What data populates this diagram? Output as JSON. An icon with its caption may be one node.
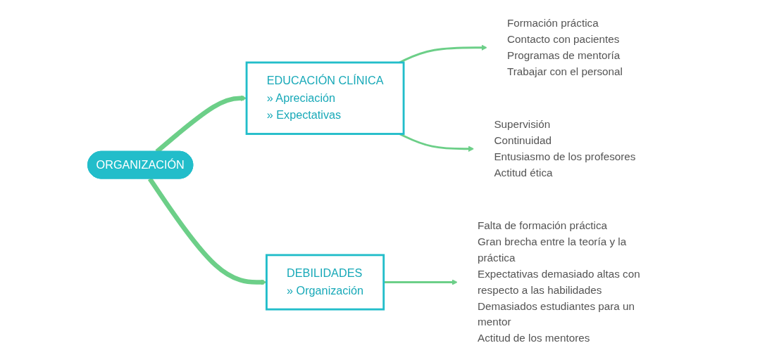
{
  "diagram": {
    "nodes": [
      {
        "text": [
          "ORGANIZACIÓN"
        ]
      },
      {
        "text": [
          "EDUCACIÓN CLÍNICA",
          "» Apreciación",
          "» Expectativas"
        ]
      },
      {
        "text": [
          "Formación práctica",
          "Contacto con pacientes",
          "Programas de mentoría",
          "Trabajar con el personal"
        ]
      },
      {
        "text": [
          "Supervisión",
          "Continuidad",
          "Entusiasmo de los profesores",
          "Actitud ética"
        ]
      },
      {
        "text": [
          "DEBILIDADES",
          "» Organización"
        ]
      },
      {
        "text": [
          "Falta de formación práctica",
          "Gran brecha entre la teoría y la práctica",
          "Expectativas demasiado altas con respecto a las habilidades",
          "Demasiados estudiantes para un mentor",
          "Actitud de los mentores"
        ]
      }
    ],
    "edges": [
      {
        "from": 0,
        "to": 1,
        "arrow": "to",
        "style": "thick"
      },
      {
        "from": 0,
        "to": 4,
        "arrow": "to",
        "style": "thick"
      },
      {
        "from": 1,
        "to": 2,
        "arrow": "to"
      },
      {
        "from": 1,
        "to": 3,
        "arrow": "to"
      },
      {
        "from": 4,
        "to": 5,
        "arrow": "to"
      }
    ]
  }
}
